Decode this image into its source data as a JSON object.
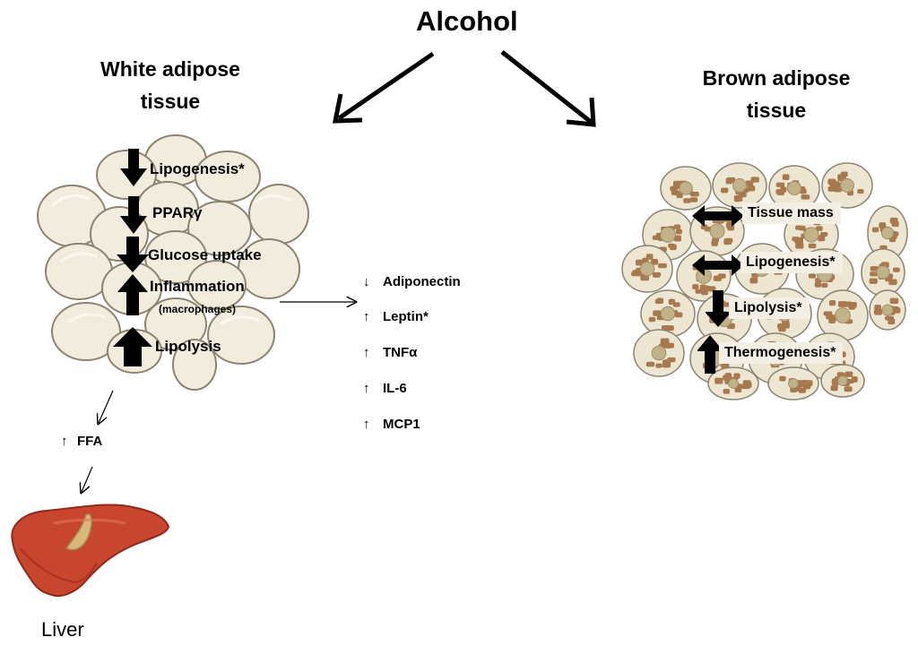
{
  "title": "Alcohol",
  "white": {
    "heading_line1": "White adipose",
    "heading_line2": "tissue",
    "effects": [
      {
        "label": "Lipogenesis*",
        "direction": "down"
      },
      {
        "label": "PPARγ",
        "direction": "down"
      },
      {
        "label": "Glucose uptake",
        "direction": "down"
      },
      {
        "label": "Inflammation",
        "direction": "up"
      },
      {
        "label": "Lipolysis",
        "direction": "up"
      }
    ],
    "inflammation_note": "(macrophages)"
  },
  "brown": {
    "heading_line1": "Brown adipose",
    "heading_line2": "tissue",
    "effects": [
      {
        "label": "Tissue mass",
        "direction": "unchanged"
      },
      {
        "label": "Lipogenesis*",
        "direction": "unchanged"
      },
      {
        "label": "Lipolysis*",
        "direction": "down"
      },
      {
        "label": "Thermogenesis*",
        "direction": "up"
      }
    ]
  },
  "markers": [
    {
      "arrow": "↓",
      "label": "Adiponectin"
    },
    {
      "arrow": "↑",
      "label": "Leptin*"
    },
    {
      "arrow": "↑",
      "label": "TNFα"
    },
    {
      "arrow": "↑",
      "label": "IL-6"
    },
    {
      "arrow": "↑",
      "label": "MCP1"
    }
  ],
  "ffa": {
    "arrow": "↑",
    "label": "FFA"
  },
  "liver_label": "Liver",
  "colors": {
    "white_cell_fill": "#f1ecdd",
    "white_cell_stroke": "#8c8470",
    "brown_cell_fill": "#ece6d2",
    "brown_droplet": "#a8784f",
    "brown_nucleus": "#c2b28a",
    "liver": "#c8452e",
    "label_box": "#f3efe4"
  }
}
